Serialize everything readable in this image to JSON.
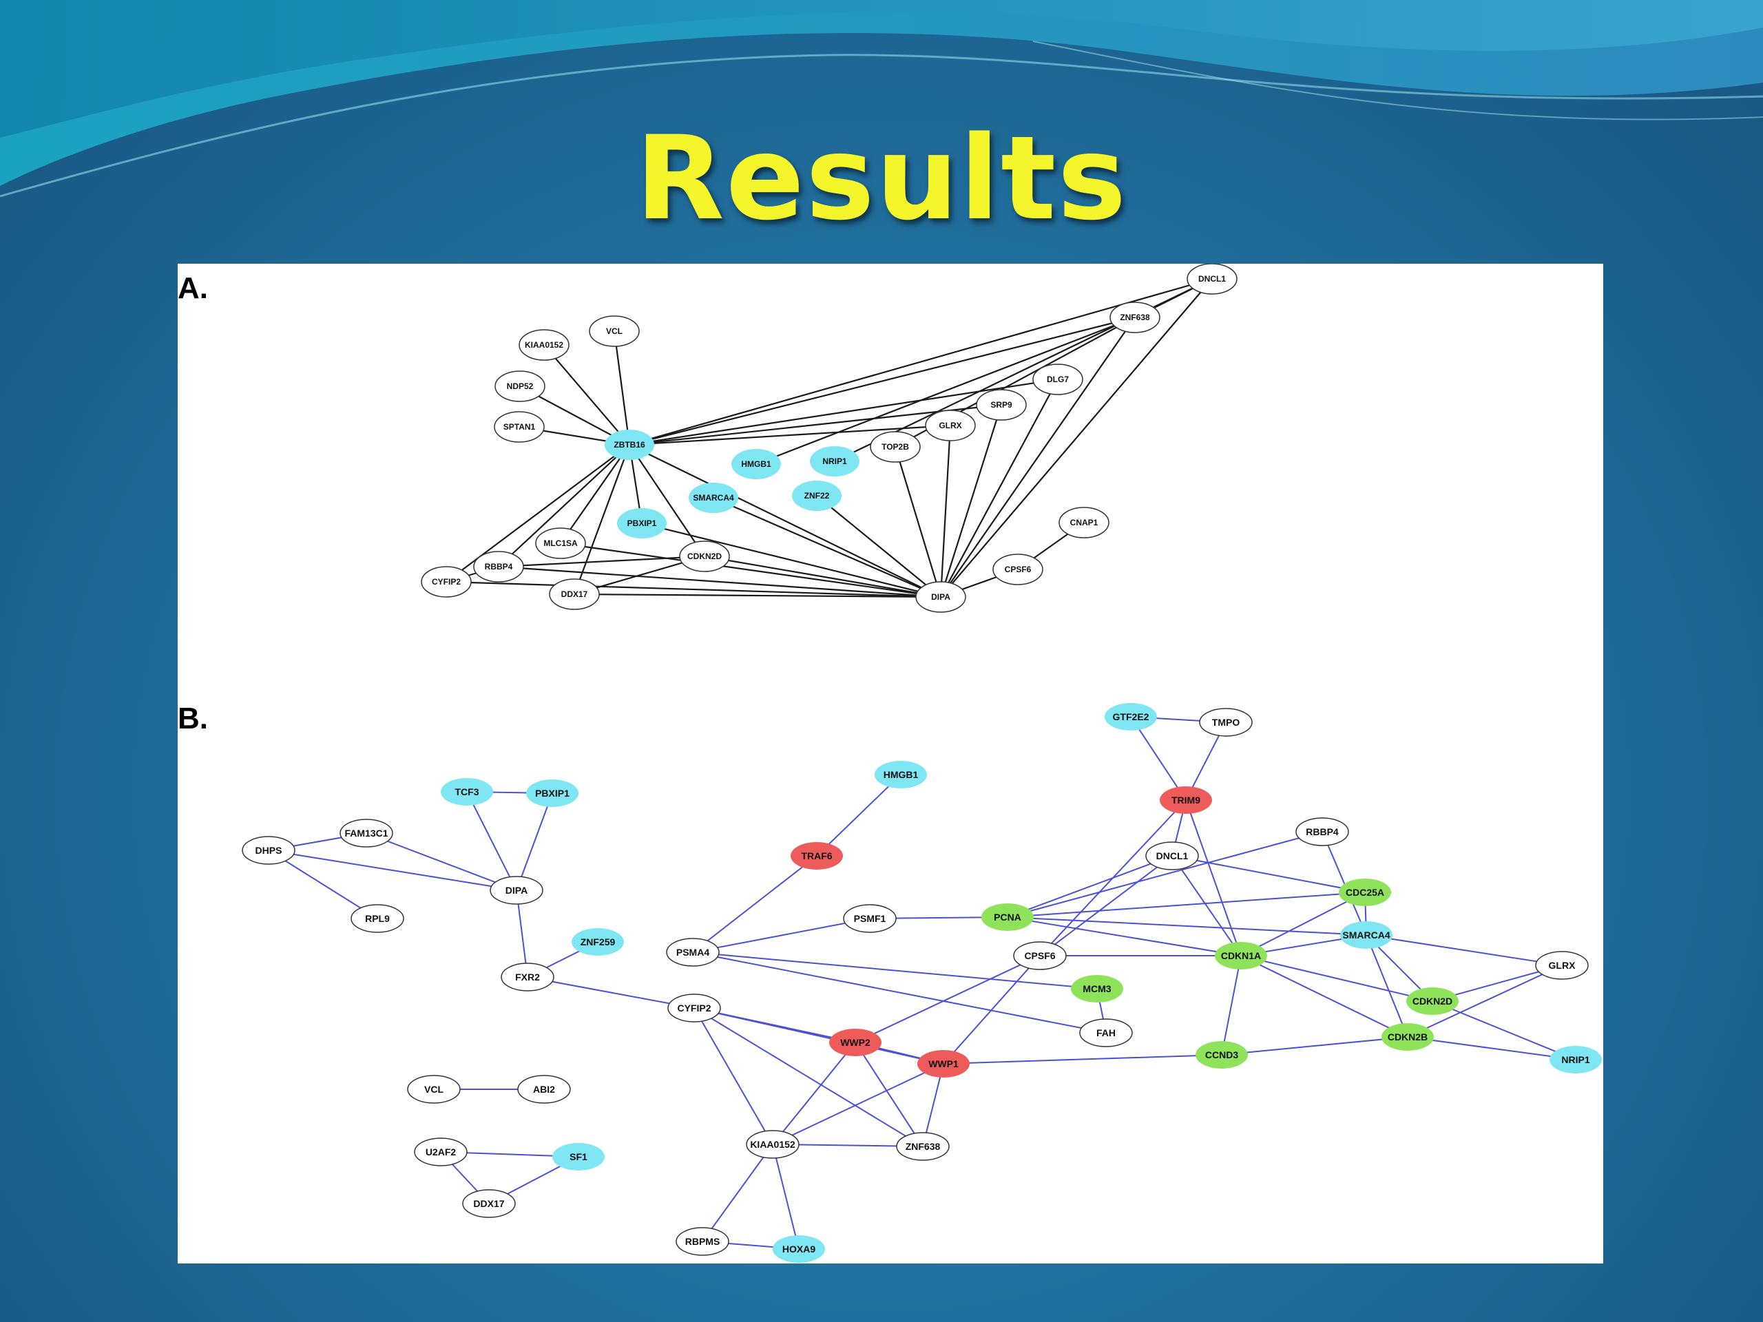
{
  "slide": {
    "title": "Results",
    "title_color": "#f4f52a",
    "background_color": "#21709f"
  },
  "colors": {
    "edge_a": "#1a1a1a",
    "edge_b": "#4b50d6",
    "node_white": "#ffffff",
    "node_cyan": "#7fe6f3",
    "node_red": "#ee5b5b",
    "node_green": "#8fe35a"
  },
  "panel_a": {
    "label": "A.",
    "nodes": [
      {
        "id": "DNCL1",
        "label": "DNCL1",
        "color": "white"
      },
      {
        "id": "ZNF638",
        "label": "ZNF638",
        "color": "white"
      },
      {
        "id": "KIAA0152",
        "label": "KIAA0152",
        "color": "white"
      },
      {
        "id": "VCL",
        "label": "VCL",
        "color": "white"
      },
      {
        "id": "NDP52",
        "label": "NDP52",
        "color": "white"
      },
      {
        "id": "SPTAN1",
        "label": "SPTAN1",
        "color": "white"
      },
      {
        "id": "ZBTB16",
        "label": "ZBTB16",
        "color": "cyan"
      },
      {
        "id": "DLG7",
        "label": "DLG7",
        "color": "white"
      },
      {
        "id": "SRP9",
        "label": "SRP9",
        "color": "white"
      },
      {
        "id": "GLRX",
        "label": "GLRX",
        "color": "white"
      },
      {
        "id": "TOP2B",
        "label": "TOP2B",
        "color": "white"
      },
      {
        "id": "HMGB1",
        "label": "HMGB1",
        "color": "cyan"
      },
      {
        "id": "NRIP1",
        "label": "NRIP1",
        "color": "cyan"
      },
      {
        "id": "ZNF22",
        "label": "ZNF22",
        "color": "cyan"
      },
      {
        "id": "SMARCA4",
        "label": "SMARCA4",
        "color": "cyan"
      },
      {
        "id": "PBXIP1",
        "label": "PBXIP1",
        "color": "cyan"
      },
      {
        "id": "CNAP1",
        "label": "CNAP1",
        "color": "white"
      },
      {
        "id": "MLC1SA",
        "label": "MLC1SA",
        "color": "white"
      },
      {
        "id": "CDKN2D",
        "label": "CDKN2D",
        "color": "white"
      },
      {
        "id": "RBBP4",
        "label": "RBBP4",
        "color": "white"
      },
      {
        "id": "CYFIP2",
        "label": "CYFIP2",
        "color": "white"
      },
      {
        "id": "CPSF6",
        "label": "CPSF6",
        "color": "white"
      },
      {
        "id": "DDX17",
        "label": "DDX17",
        "color": "white"
      },
      {
        "id": "DIPA",
        "label": "DIPA",
        "color": "white"
      }
    ],
    "edges": [
      [
        "ZBTB16",
        "KIAA0152"
      ],
      [
        "ZBTB16",
        "VCL"
      ],
      [
        "ZBTB16",
        "NDP52"
      ],
      [
        "ZBTB16",
        "SPTAN1"
      ],
      [
        "ZBTB16",
        "DNCL1"
      ],
      [
        "ZBTB16",
        "ZNF638"
      ],
      [
        "ZBTB16",
        "DLG7"
      ],
      [
        "ZBTB16",
        "SRP9"
      ],
      [
        "ZBTB16",
        "GLRX"
      ],
      [
        "ZBTB16",
        "PBXIP1"
      ],
      [
        "ZBTB16",
        "MLC1SA"
      ],
      [
        "ZBTB16",
        "CDKN2D"
      ],
      [
        "ZBTB16",
        "RBBP4"
      ],
      [
        "ZBTB16",
        "CYFIP2"
      ],
      [
        "ZBTB16",
        "DDX17"
      ],
      [
        "ZBTB16",
        "DIPA"
      ],
      [
        "DNCL1",
        "ZNF638"
      ],
      [
        "DNCL1",
        "DIPA"
      ],
      [
        "DNCL1",
        "NRIP1"
      ],
      [
        "ZNF638",
        "HMGB1"
      ],
      [
        "ZNF638",
        "DIPA"
      ],
      [
        "ZNF638",
        "TOP2B"
      ],
      [
        "DLG7",
        "DIPA"
      ],
      [
        "SRP9",
        "DIPA"
      ],
      [
        "GLRX",
        "DIPA"
      ],
      [
        "TOP2B",
        "DIPA"
      ],
      [
        "SMARCA4",
        "DIPA"
      ],
      [
        "ZNF22",
        "DIPA"
      ],
      [
        "PBXIP1",
        "DIPA"
      ],
      [
        "MLC1SA",
        "DIPA"
      ],
      [
        "CDKN2D",
        "DIPA"
      ],
      [
        "RBBP4",
        "DIPA"
      ],
      [
        "CYFIP2",
        "DIPA"
      ],
      [
        "DDX17",
        "DIPA"
      ],
      [
        "CDKN2D",
        "DDX17"
      ],
      [
        "CDKN2D",
        "RBBP4"
      ],
      [
        "RBBP4",
        "CYFIP2"
      ],
      [
        "DIPA",
        "CPSF6"
      ],
      [
        "CPSF6",
        "CNAP1"
      ]
    ]
  },
  "panel_b": {
    "label": "B.",
    "nodes": [
      {
        "id": "GTF2E2",
        "label": "GTF2E2",
        "color": "cyan"
      },
      {
        "id": "TMPO",
        "label": "TMPO",
        "color": "white"
      },
      {
        "id": "TRIM9",
        "label": "TRIM9",
        "color": "red"
      },
      {
        "id": "HMGB1",
        "label": "HMGB1",
        "color": "cyan"
      },
      {
        "id": "TCF3",
        "label": "TCF3",
        "color": "cyan"
      },
      {
        "id": "PBXIP1",
        "label": "PBXIP1",
        "color": "cyan"
      },
      {
        "id": "DHPS",
        "label": "DHPS",
        "color": "white"
      },
      {
        "id": "FAM13C1",
        "label": "FAM13C1",
        "color": "white"
      },
      {
        "id": "TRAF6",
        "label": "TRAF6",
        "color": "red"
      },
      {
        "id": "RBBP4",
        "label": "RBBP4",
        "color": "white"
      },
      {
        "id": "DNCL1",
        "label": "DNCL1",
        "color": "white"
      },
      {
        "id": "DIPA",
        "label": "DIPA",
        "color": "white"
      },
      {
        "id": "CDC25A",
        "label": "CDC25A",
        "color": "green"
      },
      {
        "id": "RPL9",
        "label": "RPL9",
        "color": "white"
      },
      {
        "id": "PSMF1",
        "label": "PSMF1",
        "color": "white"
      },
      {
        "id": "PCNA",
        "label": "PCNA",
        "color": "green"
      },
      {
        "id": "SMARCA4",
        "label": "SMARCA4",
        "color": "cyan"
      },
      {
        "id": "ZNF259",
        "label": "ZNF259",
        "color": "cyan"
      },
      {
        "id": "PSMA4",
        "label": "PSMA4",
        "color": "white"
      },
      {
        "id": "CPSF6",
        "label": "CPSF6",
        "color": "white"
      },
      {
        "id": "CDKN1A",
        "label": "CDKN1A",
        "color": "green"
      },
      {
        "id": "GLRX",
        "label": "GLRX",
        "color": "white"
      },
      {
        "id": "FXR2",
        "label": "FXR2",
        "color": "white"
      },
      {
        "id": "MCM3",
        "label": "MCM3",
        "color": "green"
      },
      {
        "id": "CYFIP2",
        "label": "CYFIP2",
        "color": "white"
      },
      {
        "id": "CDKN2D",
        "label": "CDKN2D",
        "color": "green"
      },
      {
        "id": "FAH",
        "label": "FAH",
        "color": "white"
      },
      {
        "id": "WWP2",
        "label": "WWP2",
        "color": "red"
      },
      {
        "id": "CDKN2B",
        "label": "CDKN2B",
        "color": "green"
      },
      {
        "id": "WWP1",
        "label": "WWP1",
        "color": "red"
      },
      {
        "id": "CCND3",
        "label": "CCND3",
        "color": "green"
      },
      {
        "id": "NRIP1",
        "label": "NRIP1",
        "color": "cyan"
      },
      {
        "id": "VCL",
        "label": "VCL",
        "color": "white"
      },
      {
        "id": "ABI2",
        "label": "ABI2",
        "color": "white"
      },
      {
        "id": "U2AF2",
        "label": "U2AF2",
        "color": "white"
      },
      {
        "id": "SF1",
        "label": "SF1",
        "color": "cyan"
      },
      {
        "id": "KIAA0152",
        "label": "KIAA0152",
        "color": "white"
      },
      {
        "id": "ZNF638",
        "label": "ZNF638",
        "color": "white"
      },
      {
        "id": "DDX17",
        "label": "DDX17",
        "color": "white"
      },
      {
        "id": "RBPMS",
        "label": "RBPMS",
        "color": "white"
      },
      {
        "id": "HOXA9",
        "label": "HOXA9",
        "color": "cyan"
      }
    ],
    "edges": [
      [
        "GTF2E2",
        "TMPO"
      ],
      [
        "GTF2E2",
        "TRIM9"
      ],
      [
        "TMPO",
        "TRIM9"
      ],
      [
        "TRIM9",
        "DNCL1"
      ],
      [
        "TRIM9",
        "CDKN1A"
      ],
      [
        "TRIM9",
        "CPSF6"
      ],
      [
        "HMGB1",
        "TRAF6"
      ],
      [
        "TRAF6",
        "PSMA4"
      ],
      [
        "TCF3",
        "PBXIP1"
      ],
      [
        "TCF3",
        "DIPA"
      ],
      [
        "PBXIP1",
        "DIPA"
      ],
      [
        "DHPS",
        "FAM13C1"
      ],
      [
        "DHPS",
        "DIPA"
      ],
      [
        "DHPS",
        "RPL9"
      ],
      [
        "FAM13C1",
        "DIPA"
      ],
      [
        "DIPA",
        "FXR2"
      ],
      [
        "FXR2",
        "ZNF259"
      ],
      [
        "FXR2",
        "CYFIP2"
      ],
      [
        "RBBP4",
        "PCNA"
      ],
      [
        "RBBP4",
        "SMARCA4"
      ],
      [
        "DNCL1",
        "CPSF6"
      ],
      [
        "DNCL1",
        "CDKN1A"
      ],
      [
        "DNCL1",
        "CDC25A"
      ],
      [
        "DNCL1",
        "PCNA"
      ],
      [
        "PCNA",
        "CDC25A"
      ],
      [
        "PCNA",
        "CDKN1A"
      ],
      [
        "PCNA",
        "SMARCA4"
      ],
      [
        "PCNA",
        "PSMF1"
      ],
      [
        "PSMF1",
        "PSMA4"
      ],
      [
        "PSMA4",
        "MCM3"
      ],
      [
        "PSMA4",
        "FAH"
      ],
      [
        "CPSF6",
        "CDKN1A"
      ],
      [
        "CPSF6",
        "WWP2"
      ],
      [
        "CPSF6",
        "WWP1"
      ],
      [
        "CDKN1A",
        "CCND3"
      ],
      [
        "CDKN1A",
        "CDKN2D"
      ],
      [
        "CDKN1A",
        "CDKN2B"
      ],
      [
        "CDKN1A",
        "SMARCA4"
      ],
      [
        "CDKN1A",
        "CDC25A"
      ],
      [
        "SMARCA4",
        "GLRX"
      ],
      [
        "SMARCA4",
        "CDKN2D"
      ],
      [
        "SMARCA4",
        "CDKN2B"
      ],
      [
        "SMARCA4",
        "CDC25A"
      ],
      [
        "GLRX",
        "CDKN2D"
      ],
      [
        "GLRX",
        "CDKN2B"
      ],
      [
        "CDKN2D",
        "NRIP1"
      ],
      [
        "CDKN2B",
        "NRIP1"
      ],
      [
        "CDKN2B",
        "CCND3"
      ],
      [
        "CCND3",
        "WWP1"
      ],
      [
        "MCM3",
        "FAH"
      ],
      [
        "CYFIP2",
        "WWP2"
      ],
      [
        "CYFIP2",
        "WWP1"
      ],
      [
        "CYFIP2",
        "KIAA0152"
      ],
      [
        "CYFIP2",
        "ZNF638"
      ],
      [
        "WWP2",
        "WWP1"
      ],
      [
        "WWP2",
        "KIAA0152"
      ],
      [
        "WWP2",
        "ZNF638"
      ],
      [
        "WWP1",
        "KIAA0152"
      ],
      [
        "WWP1",
        "ZNF638"
      ],
      [
        "KIAA0152",
        "ZNF638"
      ],
      [
        "KIAA0152",
        "RBPMS"
      ],
      [
        "KIAA0152",
        "HOXA9"
      ],
      [
        "RBPMS",
        "HOXA9"
      ],
      [
        "VCL",
        "ABI2"
      ],
      [
        "U2AF2",
        "SF1"
      ],
      [
        "U2AF2",
        "DDX17"
      ],
      [
        "DDX17",
        "SF1"
      ]
    ]
  }
}
